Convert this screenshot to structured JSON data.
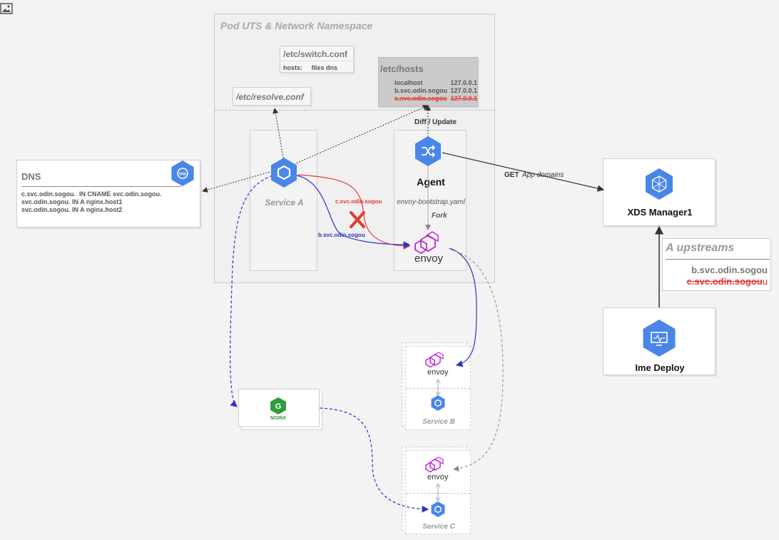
{
  "namespace": {
    "title": "Pod UTS & Network Namespace"
  },
  "switch_conf": {
    "title": "/etc/switch.conf",
    "line": "hosts:     files dns"
  },
  "hosts": {
    "title": "/etc/hosts",
    "rows": [
      {
        "name": "localhost",
        "ip": "127.0.0.1",
        "removed": false
      },
      {
        "name": "b.svc.odin.sogou",
        "ip": "127.0.0.1",
        "removed": false
      },
      {
        "name": "c.svc.odin.sogou",
        "ip": "127.0.0.1",
        "removed": true
      }
    ]
  },
  "resolve_conf": {
    "title": "/etc/resolve.conf"
  },
  "dns": {
    "title": "DNS",
    "icon": "dns-icon",
    "records": [
      "c.svc.odin.sogou.  IN CNAME svc.odin.sogou.",
      "svc.odin.sogou. IN A nginx.host1",
      "svc.odin.sogou. IN A nginx.host2"
    ]
  },
  "service_a": {
    "label": "Service A",
    "icon": "service-hex-icon"
  },
  "agent": {
    "label": "Agent",
    "bootstrap": "envoy-bootstrap.yaml",
    "fork": "Fork",
    "diff_update": "Diff / Update",
    "icon": "shuffle-icon"
  },
  "envoy_label": "envoy",
  "routes": {
    "c_label": "c.svc.odin.sogou",
    "b_label": "b.svc.odin.sogou"
  },
  "get_label": {
    "verb": "GET",
    "rest": "App domains"
  },
  "xds": {
    "label": "XDS Manager1",
    "icon": "network-icon"
  },
  "upstreams": {
    "title": "A upstreams",
    "items": [
      {
        "text": "b.svc.odin.sogou",
        "removed": false
      },
      {
        "text": "c.svc.odin.sogou",
        "suffix": "u",
        "removed": true
      }
    ]
  },
  "ime_deploy": {
    "label": "Ime Deploy",
    "icon": "monitor-icon"
  },
  "service_b": {
    "label": "Service B",
    "envoy": "envoy"
  },
  "service_c": {
    "label": "Service C",
    "envoy": "envoy"
  },
  "nginx": {
    "label": "NGINX"
  },
  "colors": {
    "hex_blue": "#4a86e8",
    "envoy_magenta": "#c026d3",
    "route_red": "#e53935",
    "route_blue": "#3030c8",
    "nginx_green": "#2e9c3a"
  }
}
